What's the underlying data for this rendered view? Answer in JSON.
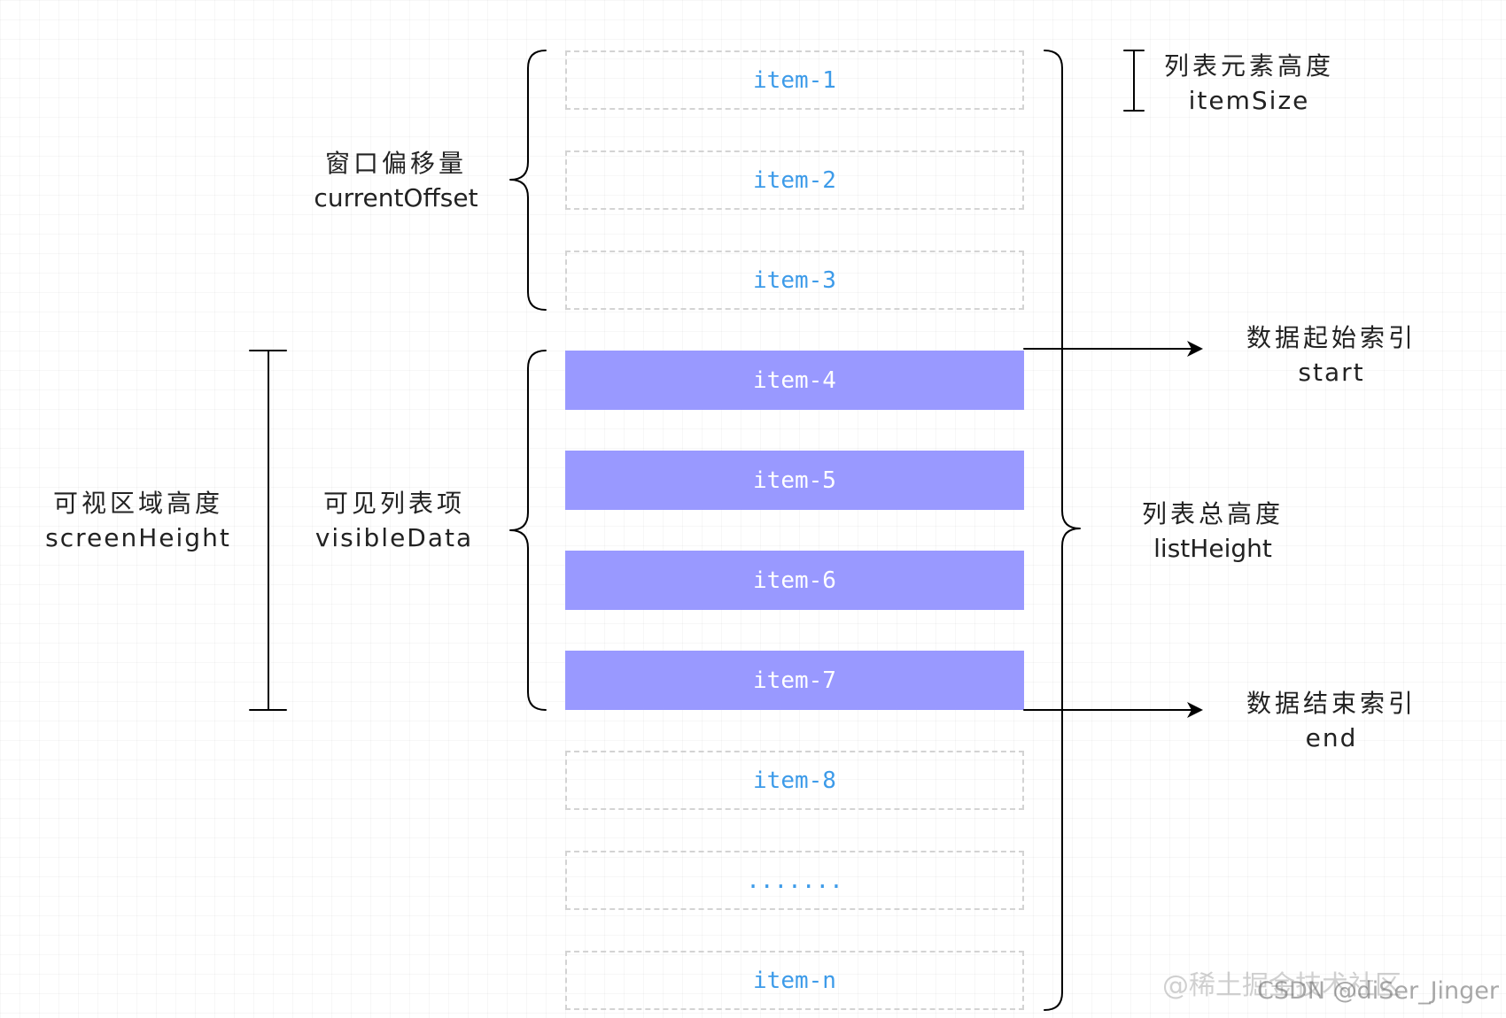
{
  "list": {
    "items": [
      {
        "label": "item-1",
        "highlighted": false
      },
      {
        "label": "item-2",
        "highlighted": false
      },
      {
        "label": "item-3",
        "highlighted": false
      },
      {
        "label": "item-4",
        "highlighted": true
      },
      {
        "label": "item-5",
        "highlighted": true
      },
      {
        "label": "item-6",
        "highlighted": true
      },
      {
        "label": "item-7",
        "highlighted": true
      },
      {
        "label": "item-8",
        "highlighted": false
      },
      {
        "label": ".......",
        "highlighted": false
      },
      {
        "label": "item-n",
        "highlighted": false
      }
    ]
  },
  "annotations": {
    "item_size": {
      "zh": "列表元素高度",
      "en": "itemSize"
    },
    "current_offset": {
      "zh": "窗口偏移量",
      "en": "currentOffset"
    },
    "start": {
      "zh": "数据起始索引",
      "en": "start"
    },
    "screen_height": {
      "zh": "可视区域高度",
      "en": "screenHeight"
    },
    "visible_data": {
      "zh": "可见列表项",
      "en": "visibleData"
    },
    "list_height": {
      "zh": "列表总高度",
      "en": "listHeight"
    },
    "end": {
      "zh": "数据结束索引",
      "en": "end"
    }
  },
  "watermark": {
    "primary": "@稀土掘金技术社区",
    "secondary": "CSDN @diSer_Jinger"
  },
  "colors": {
    "highlight_fill": "#9999ff",
    "item_text": "#3d9be9",
    "highlighted_text": "#ffffff",
    "dashed_border": "#d3d3d3",
    "line": "#000000",
    "label_text": "#222222"
  }
}
